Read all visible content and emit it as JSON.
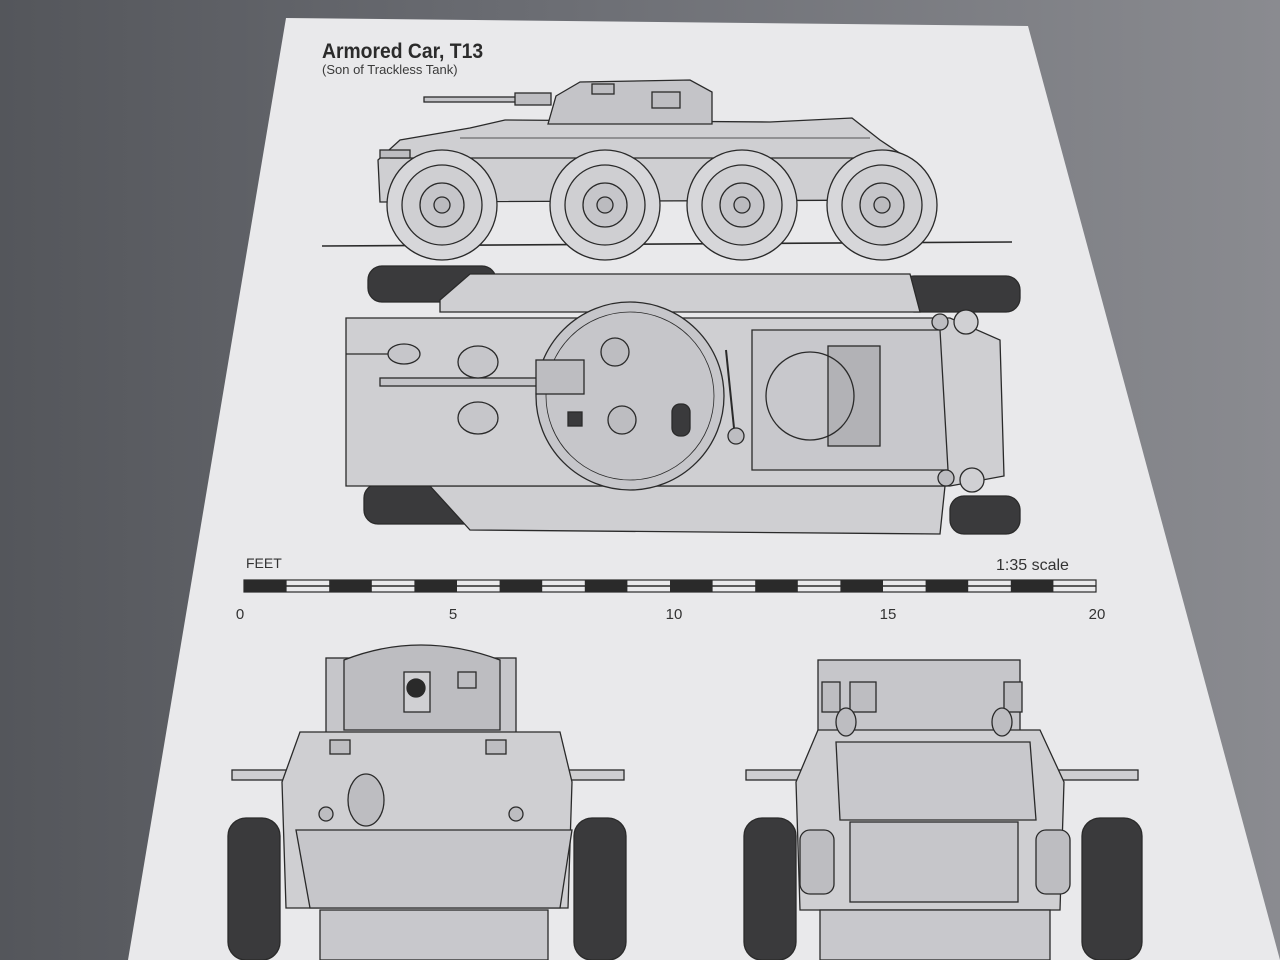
{
  "header": {
    "title": "Armored Car, T13",
    "subtitle": "(Son of Trackless Tank)"
  },
  "scale_bar": {
    "unit_label": "FEET",
    "scale_label": "1:35 scale",
    "ticks": [
      "0",
      "5",
      "10",
      "15",
      "20"
    ]
  },
  "colors": {
    "paper": "#e9e9eb",
    "vehicle_fill": "#cfcfd2",
    "line": "#2a2a2a",
    "background": "#5e6065"
  }
}
